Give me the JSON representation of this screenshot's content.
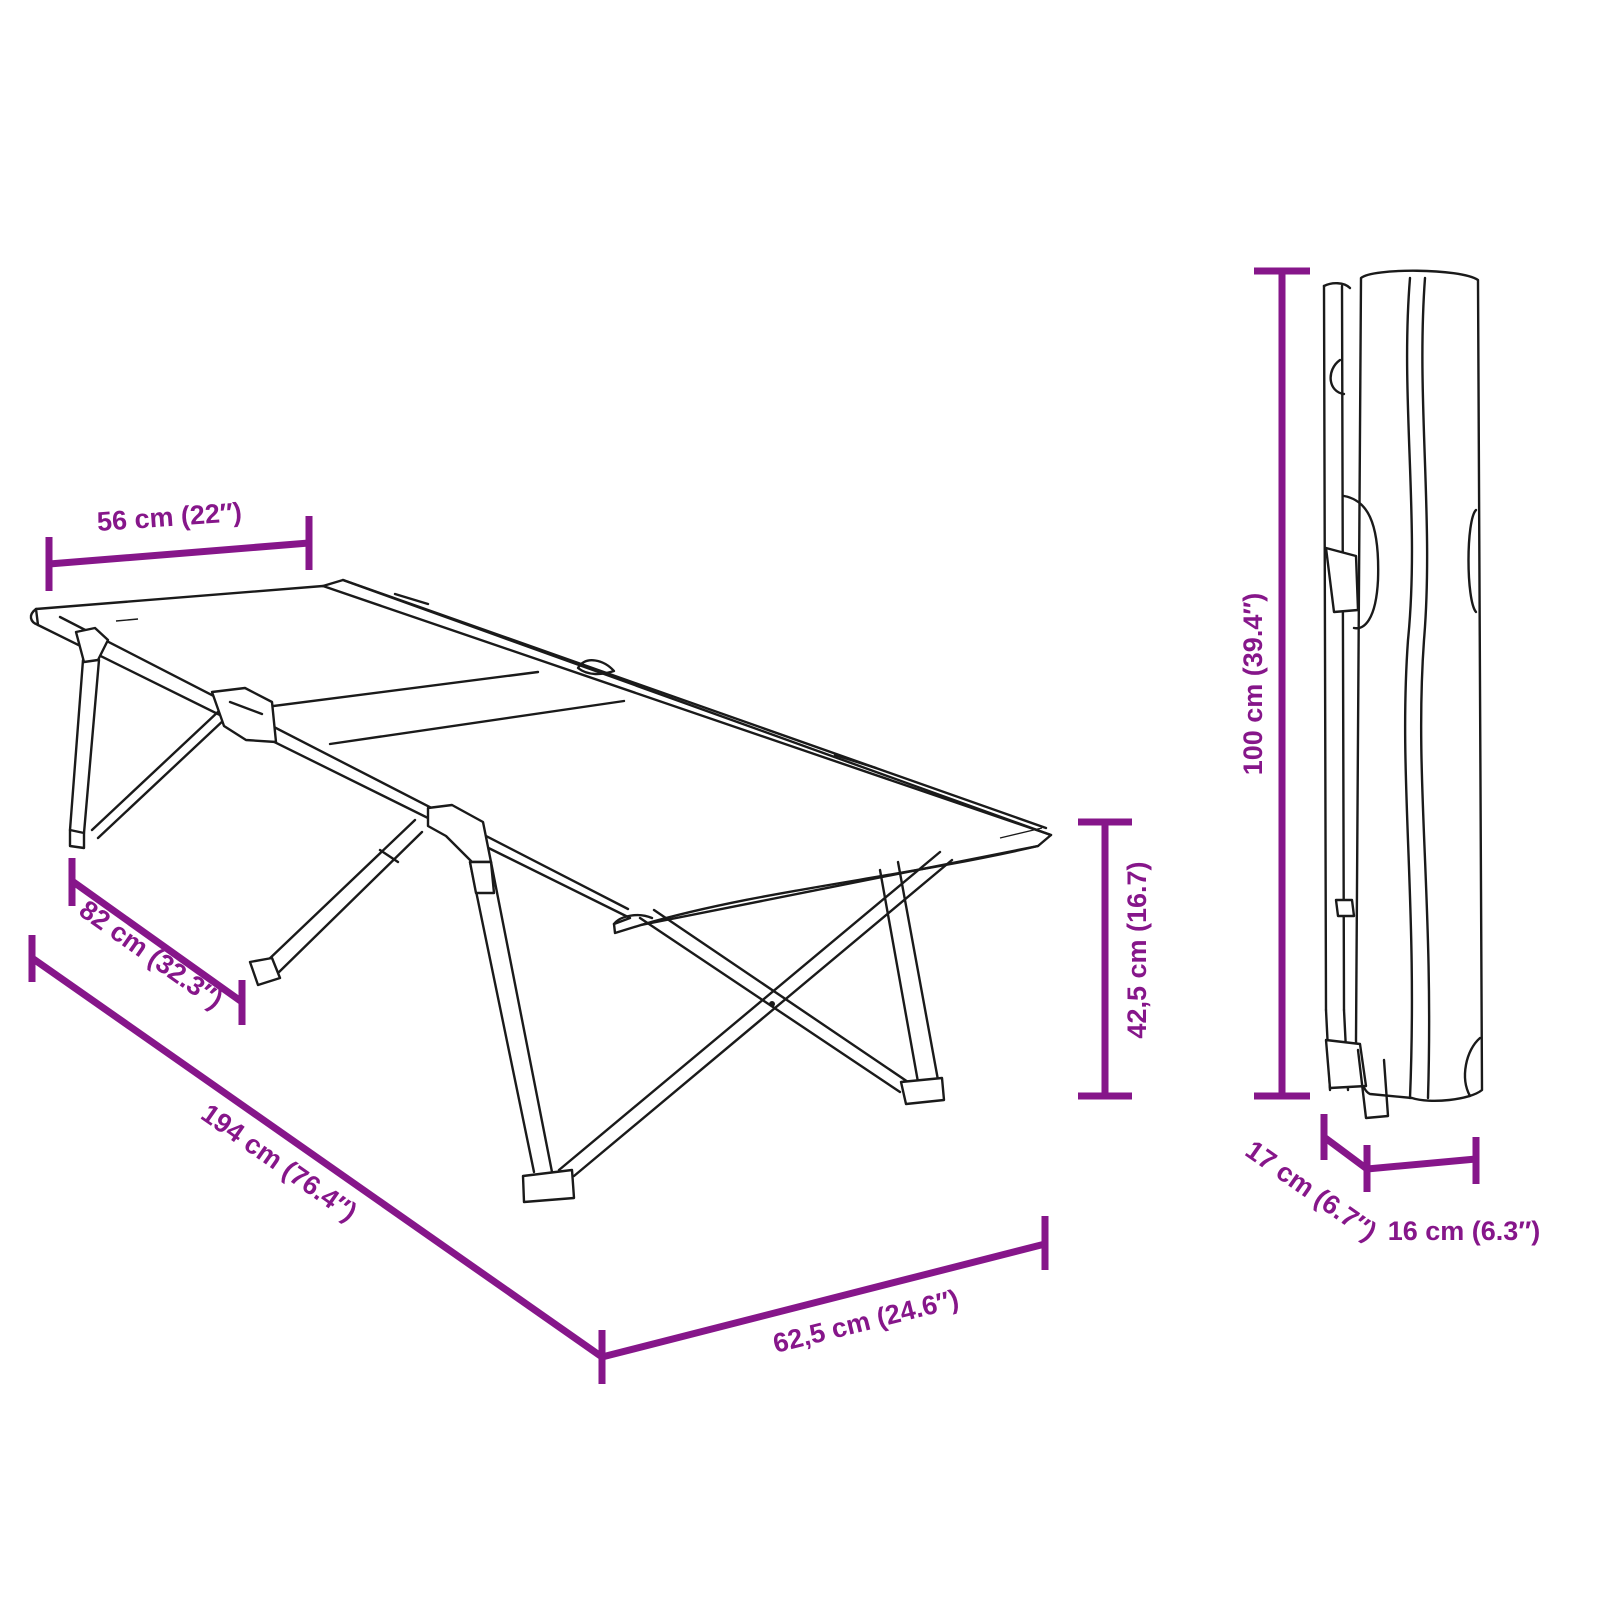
{
  "colors": {
    "dimension": "#86168a",
    "line": "#1a1a1a",
    "background": "#ffffff"
  },
  "dimensions": {
    "top_width": "56 cm (22″)",
    "head_width": "82 cm (32.3″)",
    "length": "194 cm (76.4″)",
    "foot_width": "62,5 cm (24.6″)",
    "height": "42,5 cm (16.7)",
    "folded_length": "100 cm (39.4″)",
    "folded_depth": "17 cm (6.7″)",
    "folded_width": "16 cm (6.3″)"
  }
}
